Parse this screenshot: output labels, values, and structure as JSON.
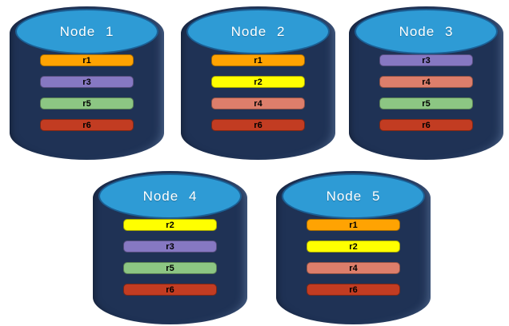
{
  "diagram": {
    "description": "Database nodes with replica placement",
    "colors": {
      "cylinder_body": "#1F3255",
      "cylinder_top": "#2E9BD5",
      "cylinder_top_border": "#1B5F94",
      "node_label_text": "#FFFFFF",
      "bar_text": "#000000"
    },
    "replica_colors": {
      "r1": "#FFA302",
      "r2": "#FFFF00",
      "r3": "#8678C2",
      "r4": "#DD7E6B",
      "r5": "#8CC683",
      "r6": "#C23C22"
    },
    "nodes": [
      {
        "label": "Node 1",
        "replicas": [
          "r1",
          "r3",
          "r5",
          "r6"
        ]
      },
      {
        "label": "Node 2",
        "replicas": [
          "r1",
          "r2",
          "r4",
          "r6"
        ]
      },
      {
        "label": "Node 3",
        "replicas": [
          "r3",
          "r4",
          "r5",
          "r6"
        ]
      },
      {
        "label": "Node 4",
        "replicas": [
          "r2",
          "r3",
          "r5",
          "r6"
        ]
      },
      {
        "label": "Node 5",
        "replicas": [
          "r1",
          "r2",
          "r4",
          "r6"
        ]
      }
    ]
  }
}
